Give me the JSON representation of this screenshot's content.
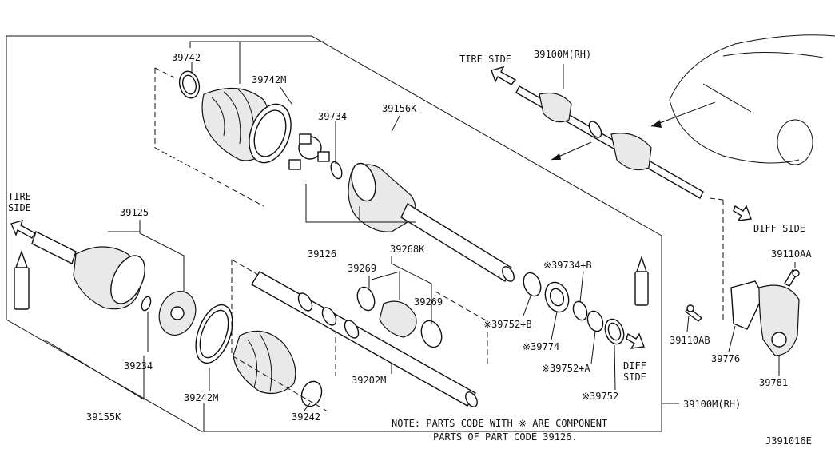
{
  "diagram_code": "J391016E",
  "note": {
    "line1": "NOTE: PARTS CODE WITH ※ ARE COMPONENT",
    "line2": "PARTS OF PART CODE 39126."
  },
  "directions": {
    "tire_side_left_1": "TIRE",
    "tire_side_left_2": "SIDE",
    "tire_side_top": "TIRE SIDE",
    "diff_side_top": "DIFF SIDE",
    "diff_side_1": "DIFF",
    "diff_side_2": "SIDE"
  },
  "part_labels": {
    "p39742": "39742",
    "p39742M": "39742M",
    "p39734": "39734",
    "p39156K": "39156K",
    "p39100M_top": "39100M(RH)",
    "p39125": "39125",
    "p39126": "39126",
    "p39268K": "39268K",
    "p39269a": "39269",
    "p39269b": "39269",
    "p39734B": "※39734+B",
    "p39752B": "※39752+B",
    "p39774": "※39774",
    "p39752A": "※39752+A",
    "p39752": "※39752",
    "p39234": "39234",
    "p39242M": "39242M",
    "p39242": "39242",
    "p39202M": "39202M",
    "p39155K": "39155K",
    "p39100M_bottom": "39100M(RH)",
    "p39110AA": "39110AA",
    "p39110AB": "39110AB",
    "p39776": "39776",
    "p39781": "39781"
  }
}
